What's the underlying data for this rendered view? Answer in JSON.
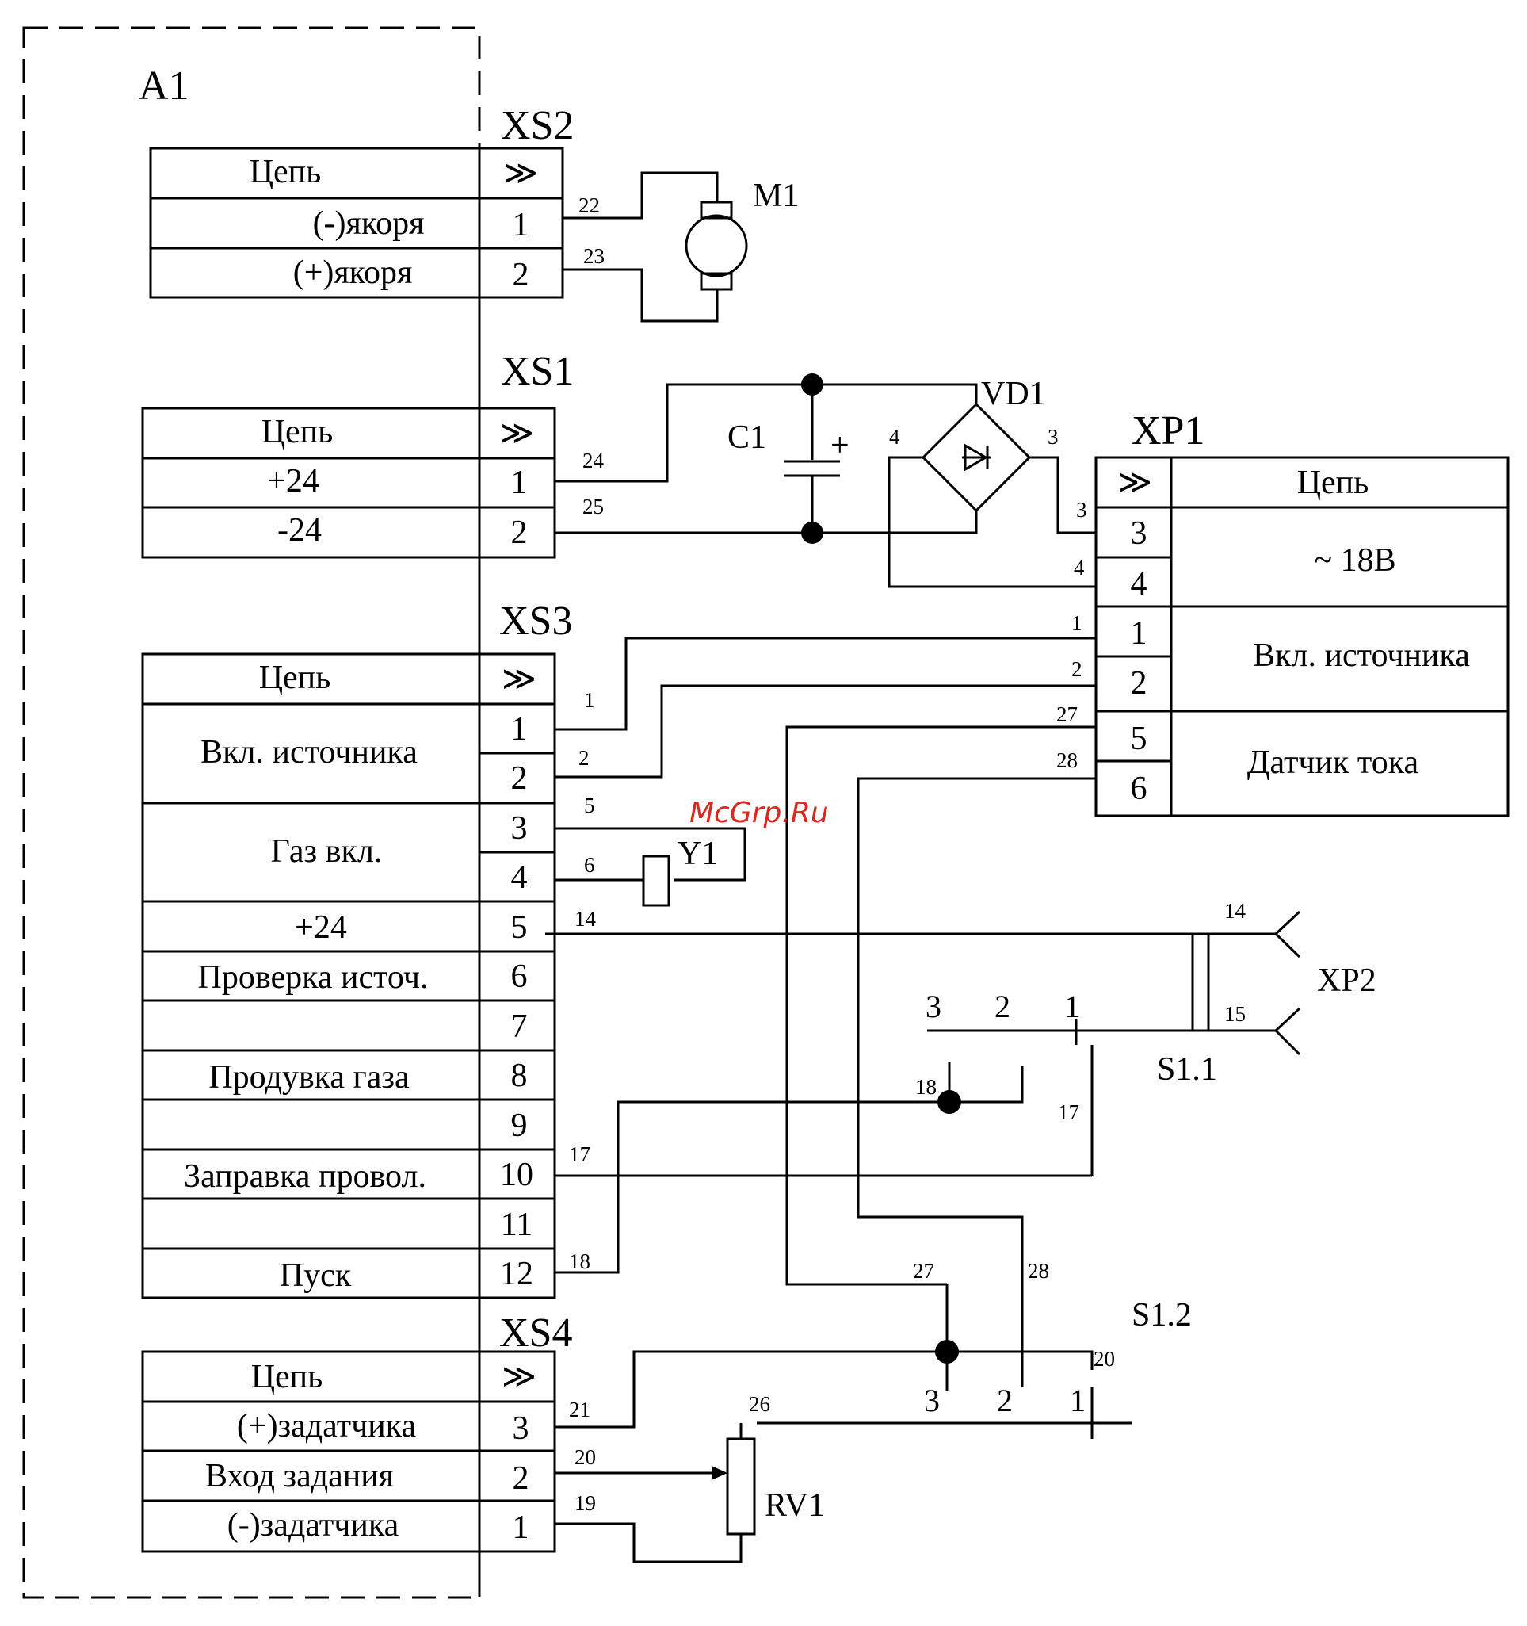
{
  "frame_label": "A1",
  "watermark": "McGrp.Ru",
  "header": {
    "chain": "Цепь",
    "plug": "≫"
  },
  "connectors": {
    "xs2": {
      "name": "XS2",
      "rows": [
        {
          "label": "(-)якоря",
          "pin": "1",
          "wire": "22"
        },
        {
          "label": "(+)якоря",
          "pin": "2",
          "wire": "23"
        }
      ]
    },
    "xs1": {
      "name": "XS1",
      "rows": [
        {
          "label": "+24",
          "pin": "1",
          "wire": "24"
        },
        {
          "label": "-24",
          "pin": "2",
          "wire": "25"
        }
      ]
    },
    "xs3": {
      "name": "XS3",
      "groups": {
        "g1": "Вкл. источника",
        "g2": "Газ  вкл.",
        "r5": "+24",
        "r6": "Проверка источ.",
        "r8": "Продувка газа",
        "r10": "Заправка провол.",
        "r12": "Пуск"
      },
      "pins": [
        "1",
        "2",
        "3",
        "4",
        "5",
        "6",
        "7",
        "8",
        "9",
        "10",
        "11",
        "12"
      ],
      "wires": {
        "p1": "1",
        "p2": "2",
        "p3": "5",
        "p4": "6",
        "p5": "14",
        "p10": "17",
        "p12": "18"
      }
    },
    "xs4": {
      "name": "XS4",
      "rows": [
        {
          "label": "(+)задатчика",
          "pin": "3",
          "wire": "21"
        },
        {
          "label": "Вход  задания",
          "pin": "2",
          "wire": "20"
        },
        {
          "label": "(-)задатчика",
          "pin": "1",
          "wire": "19"
        }
      ]
    },
    "xp1": {
      "name": "XP1",
      "groups": {
        "g1": "~ 18В",
        "g2": "Вкл. источника",
        "g3": "Датчик тока"
      },
      "pins": [
        "3",
        "4",
        "1",
        "2",
        "5",
        "6"
      ],
      "wires": [
        "3",
        "4",
        "1",
        "2",
        "27",
        "28"
      ]
    }
  },
  "components": {
    "m1": "M1",
    "c1": "C1",
    "c1_polarity": "+",
    "vd1": "VD1",
    "vd1_in": "4",
    "vd1_out": "3",
    "y1": "Y1",
    "xp2": "XP2",
    "xp2_w1": "14",
    "xp2_w2": "15",
    "s11": "S1.1",
    "s11_contacts": [
      "3",
      "2",
      "1"
    ],
    "s11_w18": "18",
    "s11_w17": "17",
    "s12": "S1.2",
    "s12_contacts": [
      "3",
      "2",
      "1"
    ],
    "s12_w27": "27",
    "s12_w28": "28",
    "s12_w20": "20",
    "rv1": "RV1",
    "rv1_w26": "26"
  }
}
